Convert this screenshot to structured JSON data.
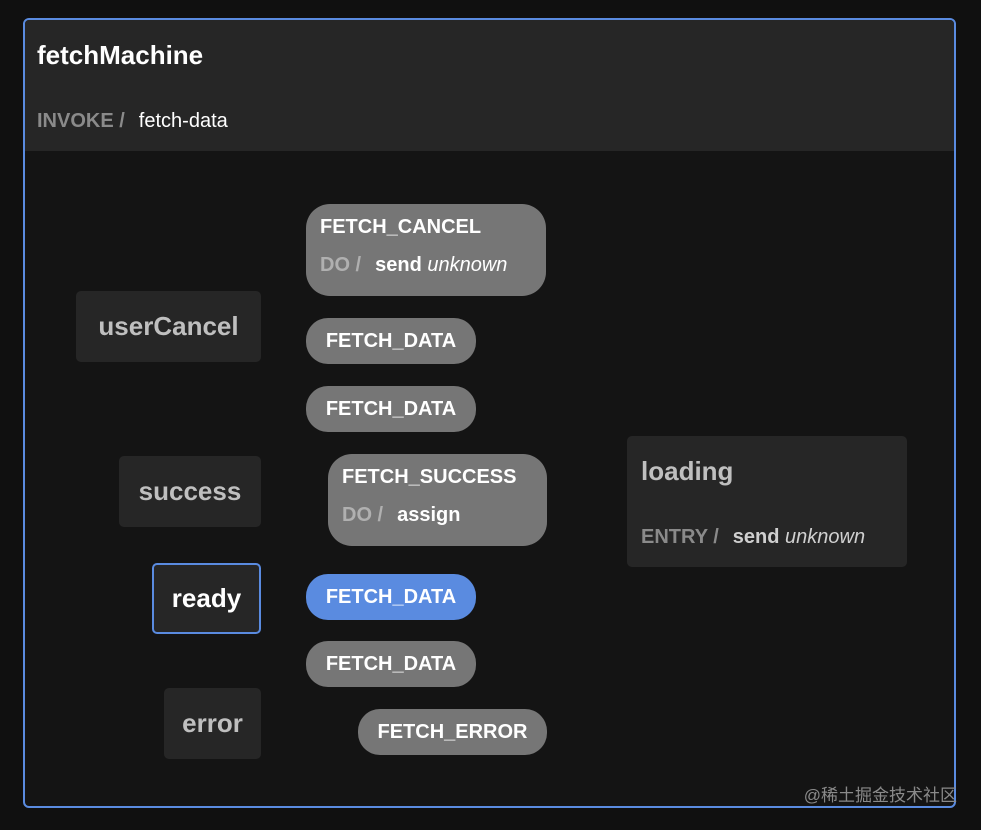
{
  "machine": {
    "title": "fetchMachine",
    "invoke_keyword": "INVOKE /",
    "invoke_value": "fetch-data"
  },
  "states": {
    "userCancel": "userCancel",
    "success": "success",
    "ready": "ready",
    "error": "error",
    "loading": "loading"
  },
  "loading_entry": {
    "keyword": "ENTRY /",
    "action": "send",
    "action_arg": "unknown"
  },
  "events": {
    "fetch_cancel": {
      "name": "FETCH_CANCEL",
      "do_keyword": "DO /",
      "action": "send",
      "action_arg": "unknown"
    },
    "fetch_data_from_usercancel": {
      "name": "FETCH_DATA"
    },
    "fetch_data_from_success": {
      "name": "FETCH_DATA"
    },
    "fetch_success": {
      "name": "FETCH_SUCCESS",
      "do_keyword": "DO /",
      "action": "assign"
    },
    "fetch_data_from_ready": {
      "name": "FETCH_DATA"
    },
    "fetch_data_from_error": {
      "name": "FETCH_DATA"
    },
    "fetch_error": {
      "name": "FETCH_ERROR"
    }
  },
  "colors": {
    "accent": "#5a8be0",
    "edge": "#5a5a5a",
    "active_edge": "#ffffff",
    "event_bg": "#767676",
    "state_bg": "#262626"
  },
  "watermark": "@稀土掘金技术社区"
}
